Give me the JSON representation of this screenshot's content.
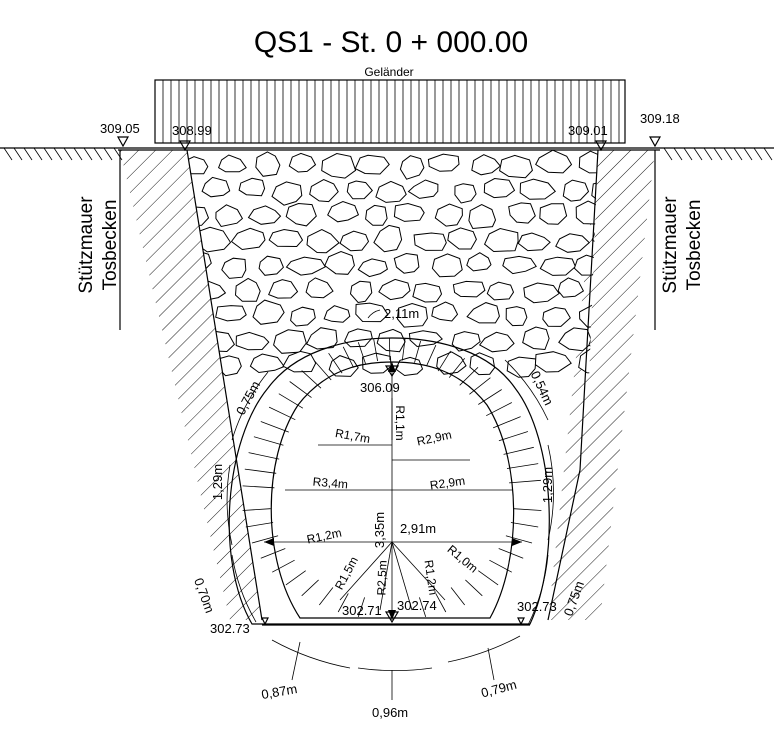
{
  "title": "QS1 - St. 0 + 000.00",
  "railing_label": "Geländer",
  "side_label": {
    "line1": "Stützmauer",
    "line2": "Tosbecken"
  },
  "elevations": {
    "left_outer": "309.05",
    "left_inner": "308.99",
    "right_inner": "309.01",
    "right_outer": "309.18",
    "crown": "306.09",
    "invert_left": "302.71",
    "invert_right": "302.74",
    "base_left": "302.73",
    "base_right": "302.73"
  },
  "dimensions": {
    "top_width": "2,11m",
    "height": "3,35m",
    "span": "2,91m",
    "wall_left_upper": "0,75m",
    "wall_right_upper": "0,54m",
    "wall_left_mid": "1,29m",
    "wall_right_mid": "1,29m",
    "wall_left_low": "0,70m",
    "wall_right_low": "0,75m",
    "base_left": "0,87m",
    "base_mid": "0,96m",
    "base_right": "0,79m"
  },
  "radii": {
    "r_top": "R1,1m",
    "r_upper_left": "R1,7m",
    "r_upper_right": "R2,9m",
    "r_mid_left": "R3,4m",
    "r_mid_right": "R2,9m",
    "r_low_left": "R1,2m",
    "r_low_right": "R1,0m",
    "r_bottom_left": "R1,5m",
    "r_bottom_center": "R2,5m",
    "r_bottom_right": "R1,2m"
  }
}
